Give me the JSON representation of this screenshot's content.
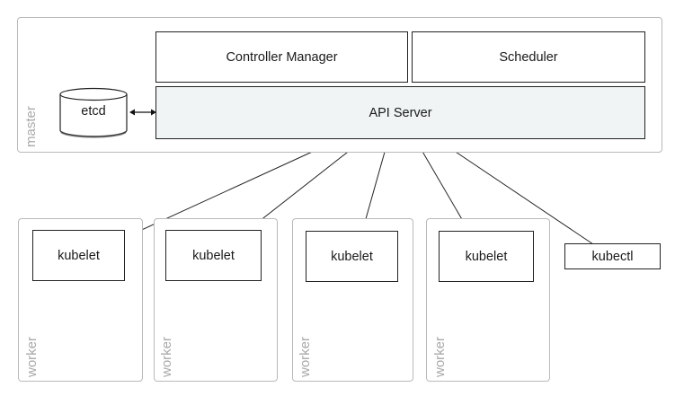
{
  "master": {
    "label": "master",
    "controller_manager": "Controller Manager",
    "scheduler": "Scheduler",
    "api_server": "API Server",
    "etcd": "etcd"
  },
  "workers": [
    {
      "label": "worker",
      "kubelet": "kubelet"
    },
    {
      "label": "worker",
      "kubelet": "kubelet"
    },
    {
      "label": "worker",
      "kubelet": "kubelet"
    },
    {
      "label": "worker",
      "kubelet": "kubelet"
    }
  ],
  "kubectl": "kubectl",
  "colors": {
    "api_server_fill": "#f0f4f4",
    "group_border": "#b9b9b9",
    "group_label": "#a9a9a9",
    "box_border": "#222222"
  }
}
